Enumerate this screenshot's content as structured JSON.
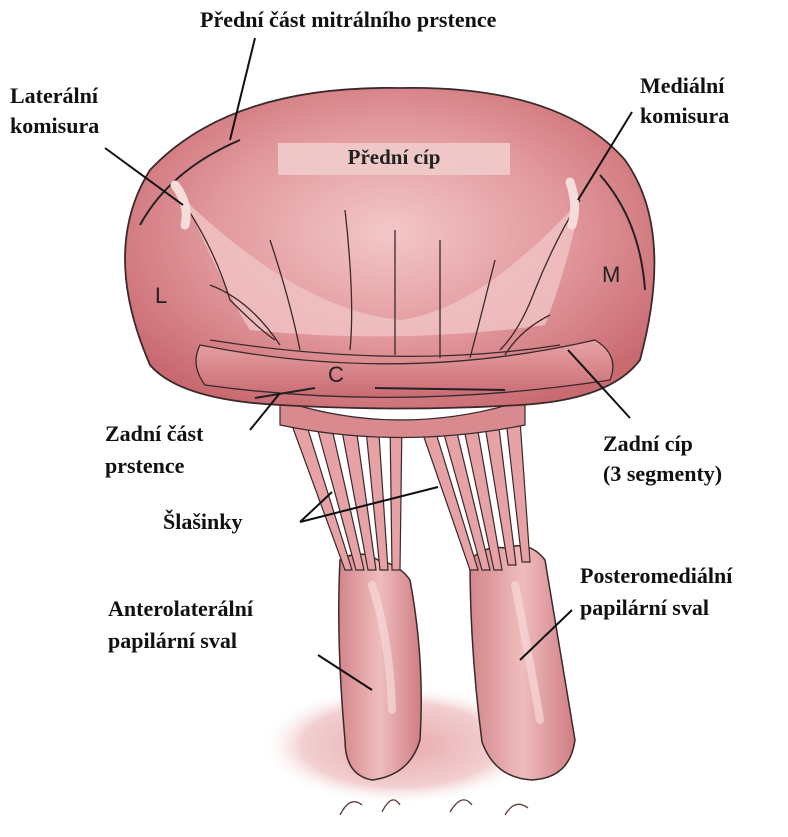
{
  "labels": {
    "anterior_annulus": "Přední část mitrálního prstence",
    "lateral_commissure": [
      "Laterální",
      "komisura"
    ],
    "medial_commissure": [
      "Mediální",
      "komisura"
    ],
    "anterior_leaflet": "Přední cíp",
    "posterior_annulus": [
      "Zadní část",
      "prstence"
    ],
    "posterior_leaflet": [
      "Zadní cíp",
      "(3 segmenty)"
    ],
    "chordae": "Šlašinky",
    "anterolateral_muscle": [
      "Anterolaterální",
      "papilární sval"
    ],
    "posteromedial_muscle": [
      "Posteromediální",
      "papilární sval"
    ]
  },
  "segments": {
    "lateral": "L",
    "central": "C",
    "medial": "M"
  },
  "colors": {
    "tissue": "#d98a8f",
    "tissue_light": "#f0c2c3",
    "tissue_dark": "#b8585f",
    "outline": "#3a2a2a",
    "banner": "#efc9c9"
  }
}
